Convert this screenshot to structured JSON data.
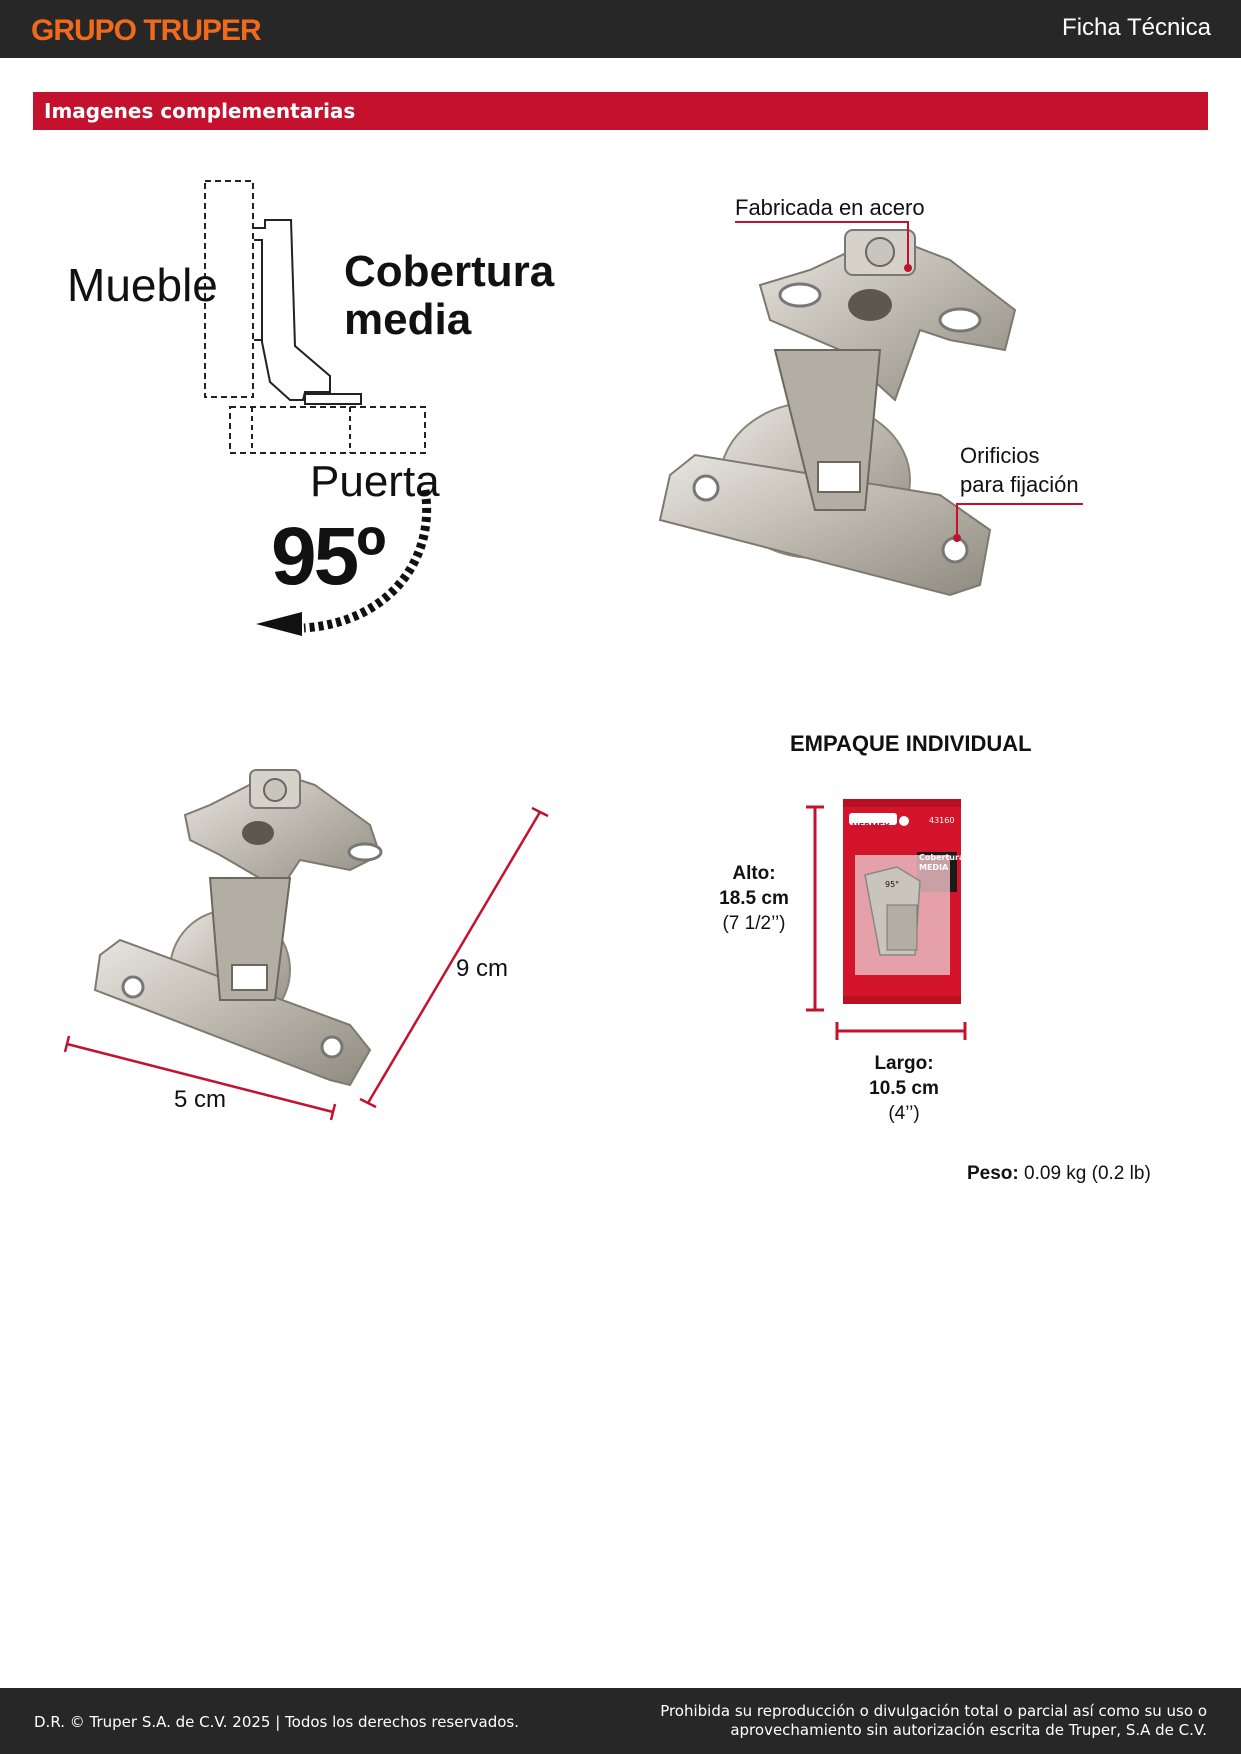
{
  "header": {
    "brand": "GRUPO TRUPER",
    "doc_type": "Ficha Técnica"
  },
  "section": {
    "title": "Imagenes complementarias"
  },
  "diagram": {
    "mueble": "Mueble",
    "cobertura_line1": "Cobertura",
    "cobertura_line2": "media",
    "puerta": "Puerta",
    "angle": "95º"
  },
  "hinge_callouts": {
    "material": "Fabricada en acero",
    "holes_line1": "Orificios",
    "holes_line2": "para fijación"
  },
  "dimensions": {
    "length": "9 cm",
    "width": "5 cm"
  },
  "package": {
    "title": "EMPAQUE INDIVIDUAL",
    "alto_label": "Alto:",
    "alto_cm": "18.5 cm",
    "alto_in": "(7 1/2’’)",
    "largo_label": "Largo:",
    "largo_cm": "10.5 cm",
    "largo_in": "(4’’)",
    "brand": "HERMEX",
    "code": "43160",
    "name_line1": "Cobertura",
    "name_line2": "MEDIA",
    "angle": "95°"
  },
  "weight": {
    "label": "Peso:",
    "value": "0.09 kg (0.2 lb)"
  },
  "footer": {
    "copyright": "D.R. © Truper S.A. de C.V. 2025 | Todos los derechos reservados.",
    "notice_line1": "Prohibida su reproducción o divulgación total o parcial así como su uso o",
    "notice_line2": "aprovechamiento sin autorización escrita de Truper, S.A de C.V."
  },
  "colors": {
    "brand_orange": "#f06a1b",
    "accent_red": "#c4122e",
    "dark_bar": "#272727",
    "metal": "#c9c5bd"
  }
}
